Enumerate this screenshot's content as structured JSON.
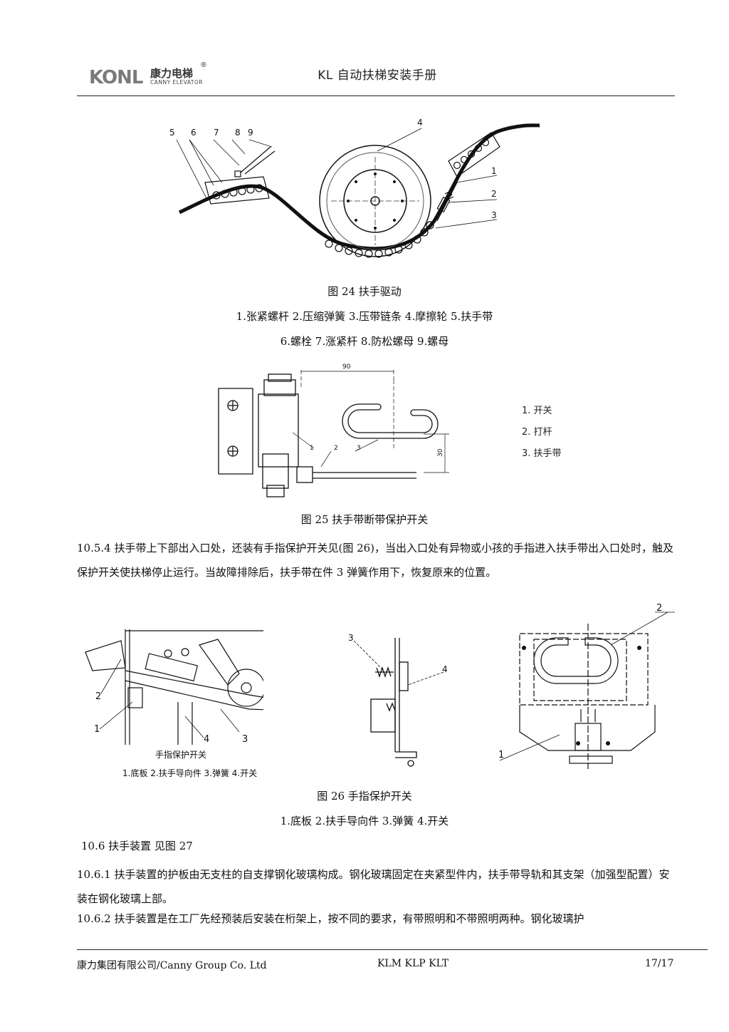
{
  "header": {
    "logo_mark": "KONL",
    "logo_cn": "康力电梯",
    "logo_en": "CANNY ELEVATOR",
    "logo_reg": "®",
    "title": "KL 自动扶梯安装手册"
  },
  "fig24": {
    "callouts": [
      "1",
      "2",
      "3",
      "4",
      "5",
      "6",
      "7",
      "8",
      "9"
    ],
    "caption": "图 24 扶手驱动",
    "legend_line1": "1.张紧螺杆  2.压缩弹簧  3.压带链条  4.摩擦轮  5.扶手带",
    "legend_line2": "6.螺栓  7.涨紧杆  8.防松螺母  9.螺母"
  },
  "fig25": {
    "dim_width": "90",
    "dim_height": "30",
    "callouts": [
      "1",
      "2",
      "3"
    ],
    "legend": [
      "1.   开关",
      "2.   打杆",
      "3.   扶手带"
    ],
    "caption": "图 25 扶手带断带保护开关"
  },
  "para_1054": "10.5.4 扶手带上下部出入口处，还装有手指保护开关见(图 26)，当出入口处有异物或小孩的手指进入扶手带出入口处时，触及保护开关使扶梯停止运行。当故障排除后，扶手带在件 3 弹簧作用下，恢复原来的位置。",
  "fig26": {
    "left_callouts": [
      "1",
      "2",
      "3",
      "4"
    ],
    "inner_title": "手指保护开关",
    "inner_legend": "1.底板   2.扶手导向件  3.弹簧   4.开关",
    "mid_callouts": [
      "3",
      "4"
    ],
    "right_callouts": [
      "1",
      "2"
    ],
    "caption": "图 26 手指保护开关",
    "legend": "1.底板  2.扶手导向件  3.弹簧    4.开关"
  },
  "section_106": "10.6  扶手装置 见图 27",
  "para_1061": "10.6.1 扶手装置的护板由无支柱的自支撑钢化玻璃构成。钢化玻璃固定在夹紧型件内，扶手带导轨和其支架（加强型配置）安装在钢化玻璃上部。",
  "para_1062": "10.6.2 扶手装置是在工厂先经预装后安装在桁架上，按不同的要求，有带照明和不带照明两种。钢化玻璃护",
  "footer": {
    "company": "康力集团有限公司/Canny Group Co. Ltd",
    "models": "KLM KLP KLT",
    "page": "17/17"
  }
}
